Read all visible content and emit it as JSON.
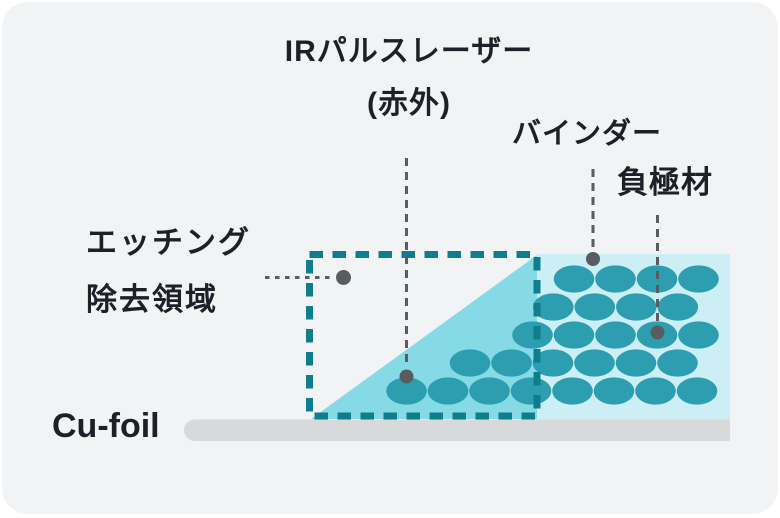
{
  "diagram": {
    "labels": {
      "laser_line1": "IRパルスレーザー",
      "laser_line2": "(赤外)",
      "binder": "バインダー",
      "anode_material": "負極材",
      "etching_line1": "エッチング",
      "etching_line2": "除去領域",
      "cu_foil": "Cu-foil"
    },
    "colors": {
      "card_background": "#f1f3f5",
      "etched_wedge_fill": "#86dae6",
      "coating_fill": "#cceef5",
      "particle_fill": "#2d9eb0",
      "dashed_outline": "#0e7d8d",
      "leader_line": "#595d61",
      "cu_foil_bar": "#d8d9db",
      "text": "#1c2127"
    }
  }
}
